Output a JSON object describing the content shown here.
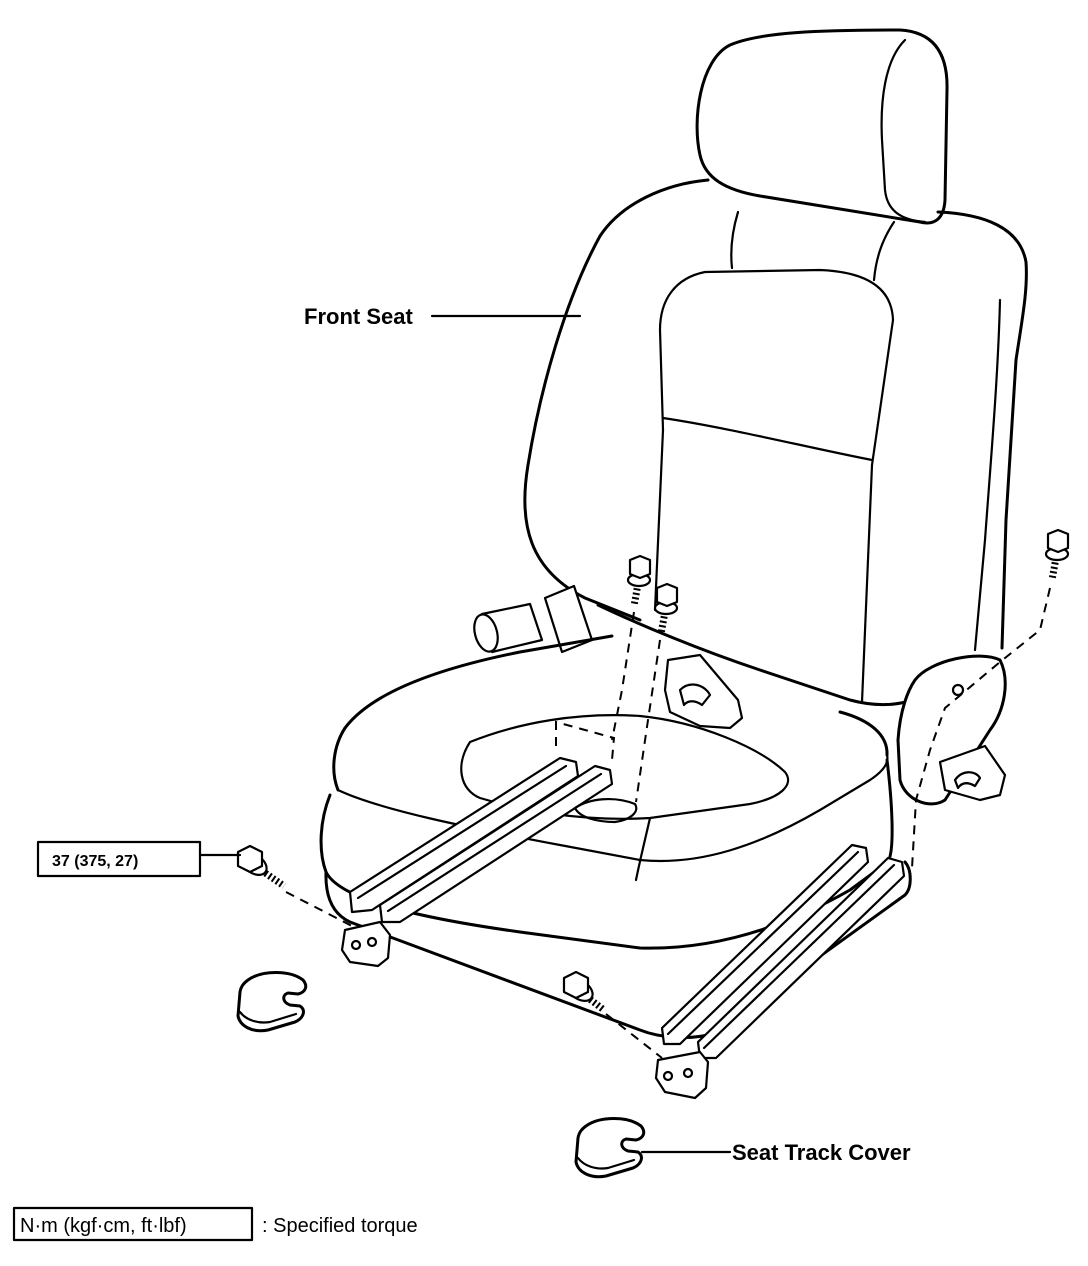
{
  "labels": {
    "front_seat": "Front Seat",
    "torque_value": "37 (375, 27)",
    "seat_track_cover": "Seat Track Cover"
  },
  "legend": {
    "unit": "N·m (kgf·cm, ft·lbf)",
    "description": ": Specified torque"
  }
}
